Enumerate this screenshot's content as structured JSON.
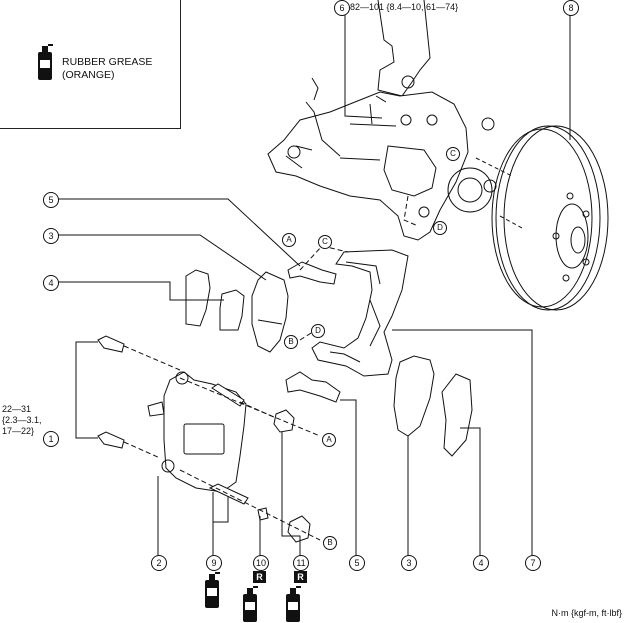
{
  "legend": {
    "text": "RUBBER GREASE\n(ORANGE)",
    "icon": "grease-can-icon"
  },
  "torque_top": "82—101 {8.4—10, 61—74}",
  "torque_left": "22—31\n{2.3—3.1,\n17—22}",
  "units": "N·m {kgf-m, ft·lbf}",
  "callouts": [
    "1",
    "2",
    "3",
    "4",
    "5",
    "6",
    "7",
    "8",
    "9",
    "10",
    "11"
  ],
  "letters": [
    "A",
    "B",
    "C",
    "D"
  ],
  "r_mark": "R"
}
